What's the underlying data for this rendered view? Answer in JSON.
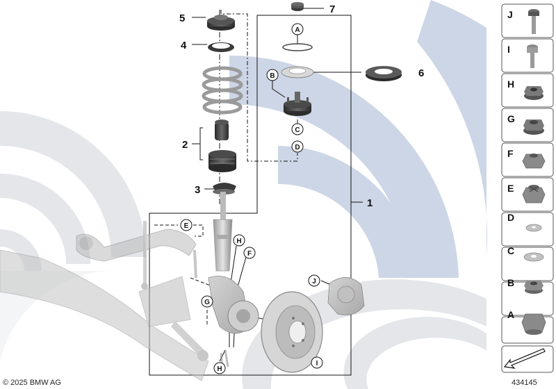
{
  "diagram": {
    "callouts": {
      "n1": "1",
      "n2": "2",
      "n3": "3",
      "n4": "4",
      "n5": "5",
      "n6": "6",
      "n7": "7"
    },
    "circle_labels": {
      "A": "A",
      "B": "B",
      "C": "C",
      "D": "D",
      "E": "E",
      "F": "F",
      "G": "G",
      "H1": "H",
      "H2": "H",
      "I": "I",
      "J": "J"
    },
    "key": {
      "items": [
        {
          "letter": "J"
        },
        {
          "letter": "I"
        },
        {
          "letter": "H"
        },
        {
          "letter": "G"
        },
        {
          "letter": "F"
        },
        {
          "letter": "E"
        },
        {
          "letter": "D"
        },
        {
          "letter": "C"
        },
        {
          "letter": "B"
        },
        {
          "letter": "A"
        }
      ]
    },
    "copyright": "© 2025 BMW AG",
    "image_number": "434145"
  },
  "colors": {
    "watermark": "#cdd6e6",
    "watermark_light": "#e3e6ec",
    "part_dark": "#3a3a3a",
    "part_mid": "#8a8a8a",
    "part_light": "#c8c8c8",
    "line": "#111111"
  }
}
